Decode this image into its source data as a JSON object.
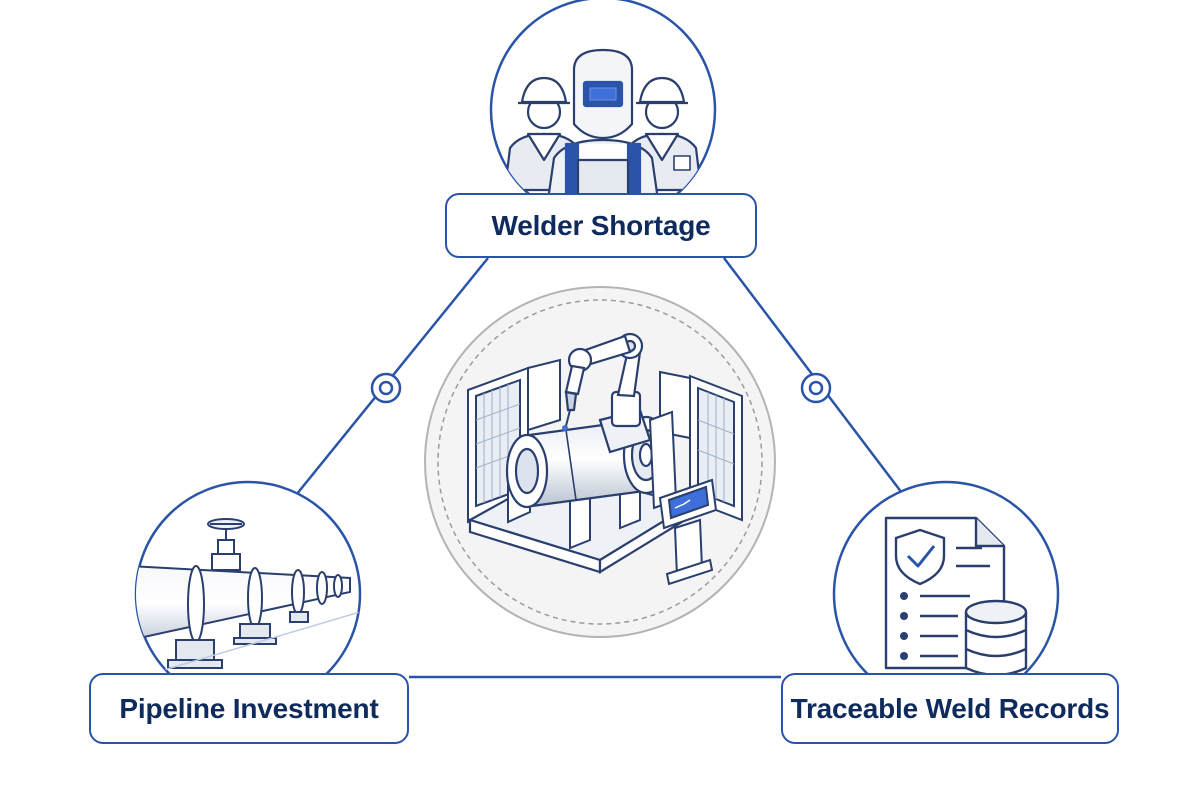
{
  "nodes": {
    "top": {
      "label": "Welder Shortage",
      "icon": "welder-team-icon"
    },
    "left": {
      "label": "Pipeline Investment",
      "icon": "pipeline-valve-icon"
    },
    "right": {
      "label": "Traceable Weld Records",
      "icon": "secure-document-database-icon"
    }
  },
  "center": {
    "icon": "robotic-pipe-welding-cell-icon"
  },
  "colors": {
    "accent": "#2a54a8",
    "text": "#0f2a5c",
    "line_light": "#bccbe6",
    "fill_light": "#e4e9f2",
    "screen": "#3f6fd8",
    "background": "#ffffff"
  }
}
